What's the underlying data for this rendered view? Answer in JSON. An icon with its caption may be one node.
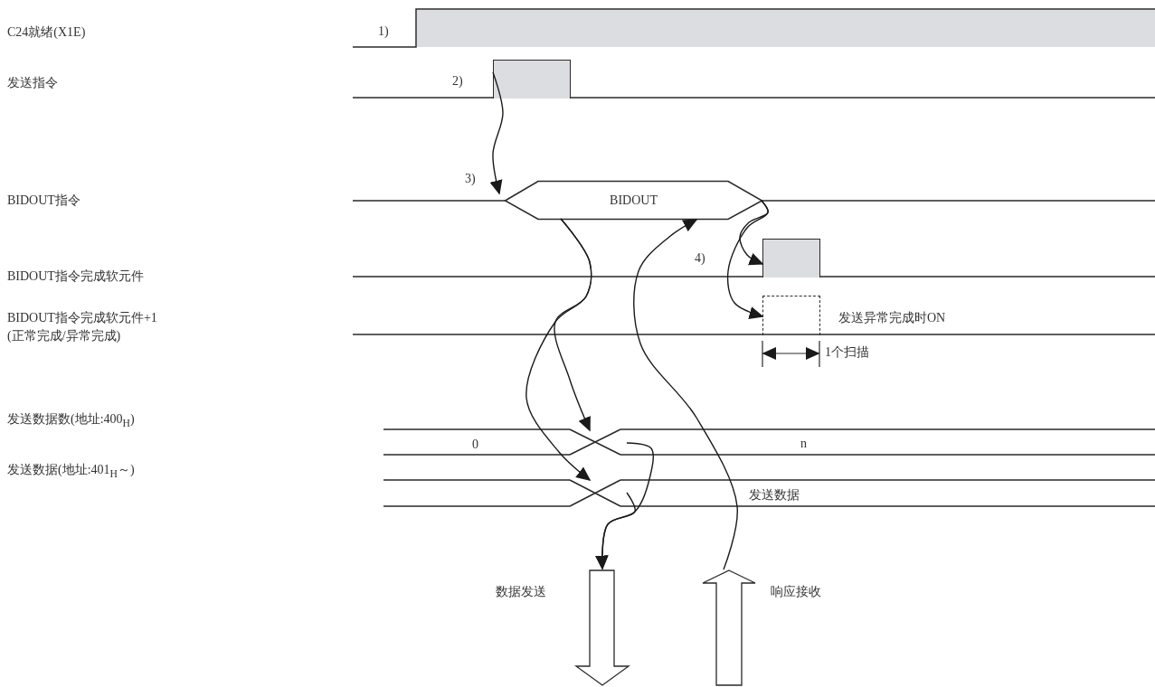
{
  "diagram": {
    "nodes": [
      {
        "text": [],
        "shape": "bar"
      },
      {
        "text": [
          "BIDOUT"
        ]
      },
      {
        "text": [],
        "shape": "bar"
      },
      {
        "text": [],
        "shape": "box",
        "beside": [
          "发送异常完成时ON"
        ]
      },
      {
        "text": [],
        "shape": "cross"
      },
      {
        "text": [],
        "shape": "cross"
      },
      {
        "text": [],
        "shape": "arrow",
        "beside": [
          "数据发送"
        ]
      },
      {
        "text": [],
        "shape": "arrow",
        "beside": [
          "响应接收"
        ]
      }
    ],
    "edges": [
      {
        "from": 0,
        "to": 1,
        "arrow": "to"
      },
      {
        "from": 1,
        "to": 4,
        "arrow": "to"
      },
      {
        "from": 1,
        "to": 5,
        "arrow": "to"
      },
      {
        "from": 1,
        "to": 2,
        "arrow": "to"
      },
      {
        "from": 1,
        "to": 3,
        "arrow": "to"
      },
      {
        "from": 4,
        "to": 6,
        "arrow": "to"
      },
      {
        "from": 5,
        "to": 6,
        "arrow": "to"
      },
      {
        "from": 7,
        "to": 1,
        "arrow": "to"
      }
    ],
    "labels": [
      "C24就绪(X1E)",
      "1)",
      "发送指令",
      "2)",
      "BIDOUT指令",
      "3)",
      "BIDOUT指令完成软元件",
      "4)",
      "BIDOUT指令完成软元件+1 (正常完成/异常完成)",
      "1个扫描",
      "0",
      "n",
      "发送数据数(地址:400$_{H}$)",
      "发送数据",
      "发送数据(地址:401$_{H}$～)"
    ]
  }
}
